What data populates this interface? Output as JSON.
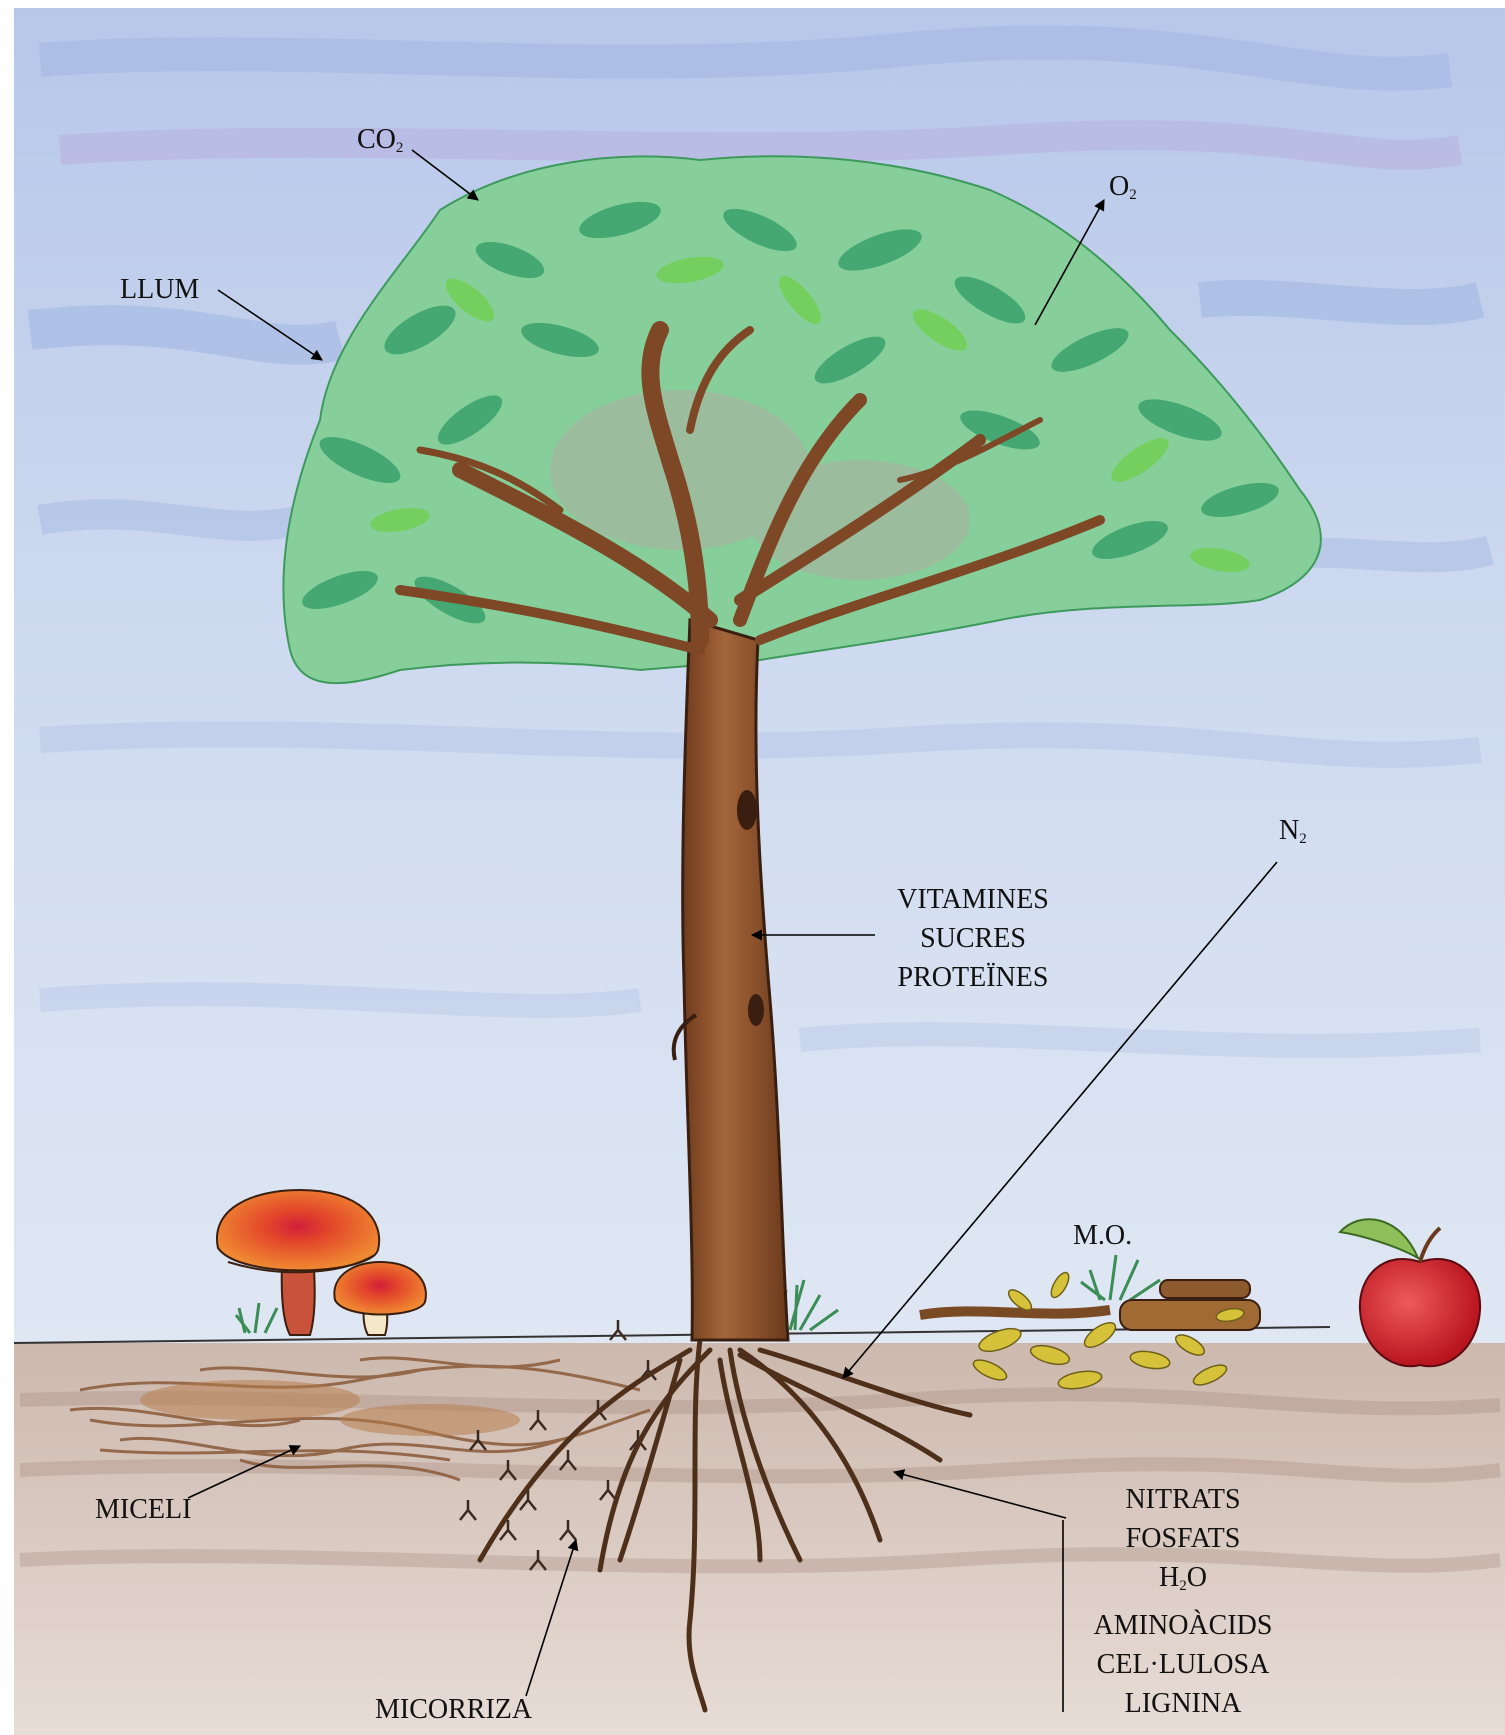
{
  "labels": {
    "co2_base": "CO",
    "co2_sub": "2",
    "o2_base": "O",
    "o2_sub": "2",
    "n2_base": "N",
    "n2_sub": "2",
    "llum": "LLUM",
    "trunk_compounds": [
      "VITAMINES",
      "SUCRES",
      "PROTEÏNES"
    ],
    "mo": "M.O.",
    "miceli": "MICELI",
    "micorriza": "MICORRIZA",
    "soil_compounds": {
      "nitrats": "NITRATS",
      "fosfats": "FOSFATS",
      "h2o_h": "H",
      "h2o_sub": "2",
      "h2o_o": "O",
      "aminoacids": "AMINOÀCIDS",
      "cellulosa": "CEL·LULOSA",
      "lignina": "LIGNINA"
    }
  },
  "colors": {
    "sky": "#c9d7ec",
    "sky_blue_streak": "#9fb5e0",
    "sky_purple_tint": "#b9b2de",
    "leaves_light": "#7ec98f",
    "leaves_dark": "#2f9a63",
    "leaves_bright": "#6fcf4a",
    "trunk": "#8a4f2a",
    "trunk_shadow": "#5c3218",
    "soil": "#d8cac3",
    "soil_dark": "#b89f94",
    "roots": "#5a3a22",
    "mushroom_cap": "#e85a22",
    "mushroom_center": "#d11f3a",
    "apple": "#d8202f",
    "fallen_leaves": "#c8b72f",
    "arrows": "#000000"
  },
  "icons": [
    "mushroom-icon",
    "apple-icon",
    "fallen-leaves-icon",
    "tree-icon"
  ]
}
